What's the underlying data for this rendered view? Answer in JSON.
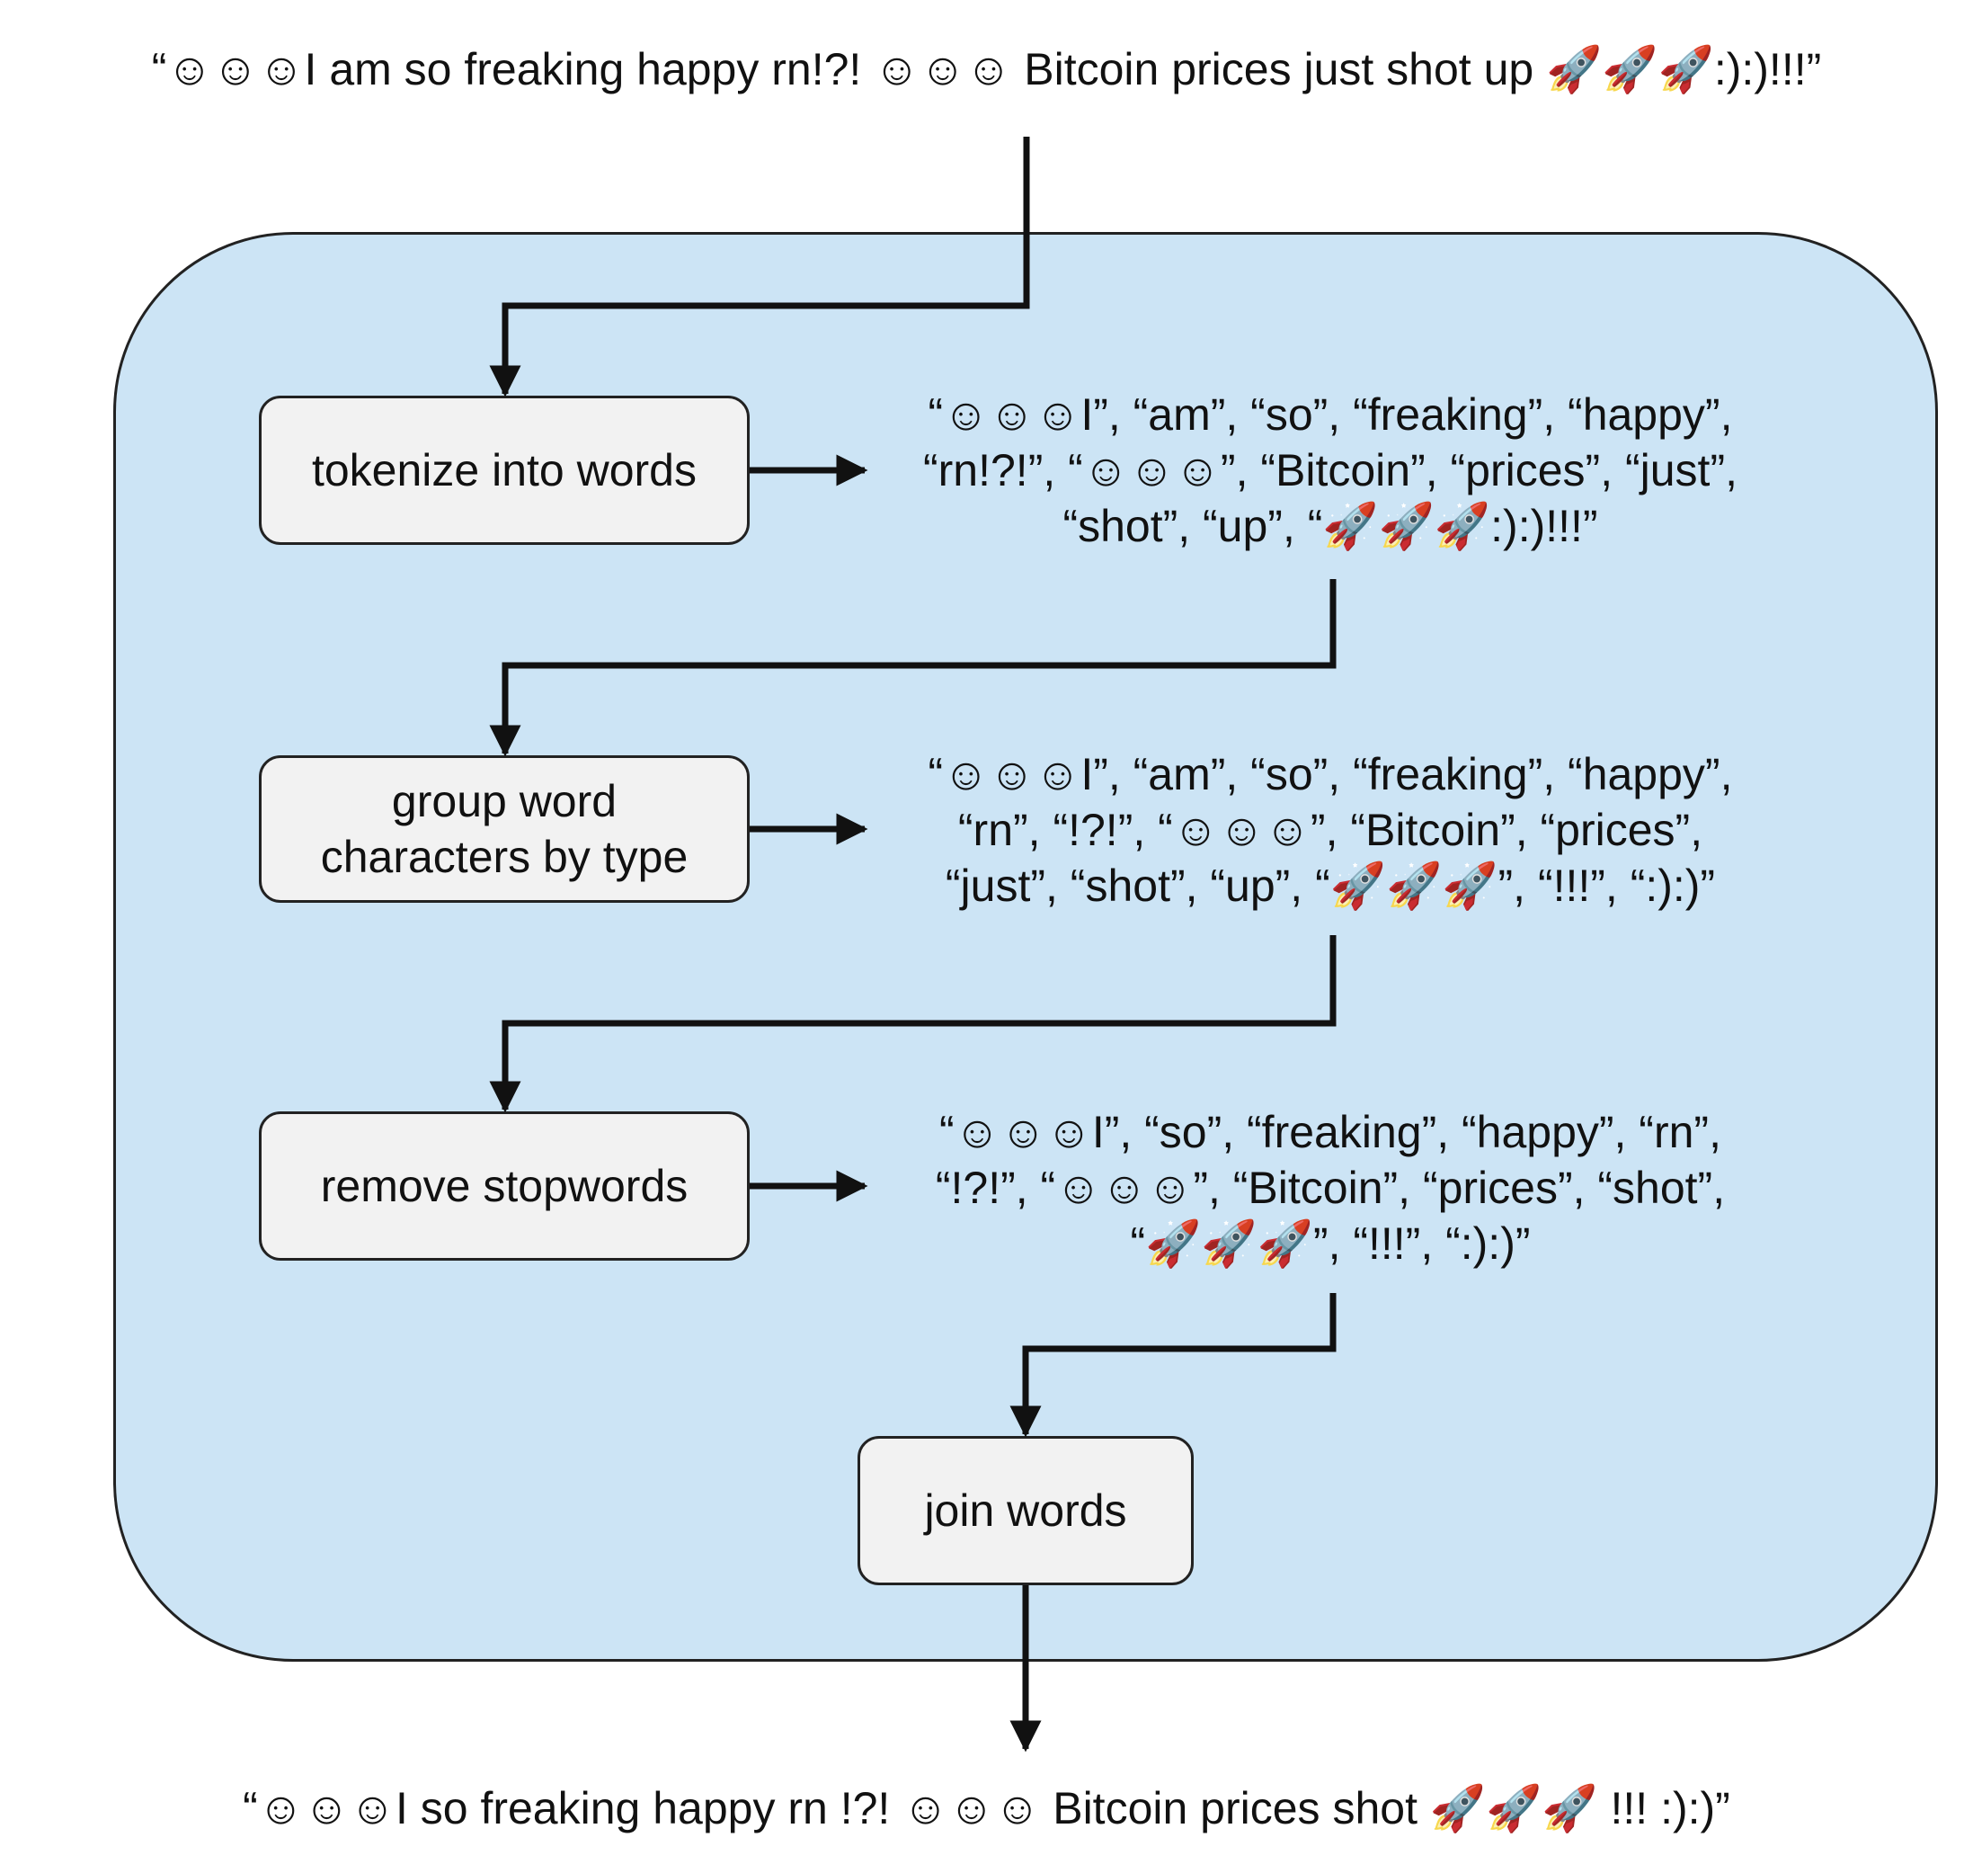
{
  "input_text": "“☺☺☺I am so freaking happy rn!?! ☺☺☺ Bitcoin prices just shot up 🚀🚀🚀:):)!!!”",
  "output_text": "“☺☺☺I so freaking happy rn !?! ☺☺☺ Bitcoin prices shot 🚀🚀🚀 !!! :):)”",
  "steps": [
    {
      "label_lines": [
        "tokenize into words"
      ],
      "result_lines": [
        "“☺☺☺I”, “am”, “so”, “freaking”, “happy”,",
        "“rn!?!”, “☺☺☺”, “Bitcoin”, “prices”, “just”,",
        "“shot”, “up”, “🚀🚀🚀:):)!!!”"
      ]
    },
    {
      "label_lines": [
        "group word",
        "characters by type"
      ],
      "result_lines": [
        "“☺☺☺I”, “am”, “so”, “freaking”, “happy”,",
        "“rn”, “!?!”, “☺☺☺”, “Bitcoin”, “prices”,",
        "“just”, “shot”, “up”, “🚀🚀🚀”, “!!!”, “:):)”"
      ]
    },
    {
      "label_lines": [
        "remove stopwords"
      ],
      "result_lines": [
        "“☺☺☺I”, “so”, “freaking”, “happy”, “rn”,",
        "“!?!”, “☺☺☺”, “Bitcoin”, “prices”, “shot”,",
        "“🚀🚀🚀”, “!!!”, “:):)”"
      ]
    },
    {
      "label_lines": [
        "join words"
      ]
    }
  ],
  "colors": {
    "panel_fill": "#cce4f5",
    "box_fill": "#f2f2f2",
    "stroke": "#111111"
  }
}
